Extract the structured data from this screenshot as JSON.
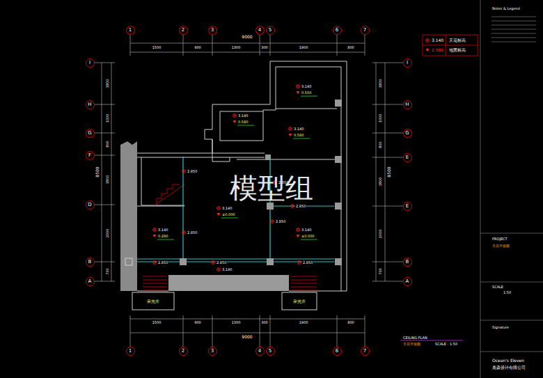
{
  "diagram": {
    "nodes": [
      {
        "text": [
          "1"
        ]
      },
      {
        "text": [
          "2"
        ]
      },
      {
        "text": [
          "3"
        ]
      },
      {
        "text": [
          "4"
        ]
      },
      {
        "text": [
          "5"
        ]
      },
      {
        "text": [
          "6"
        ]
      },
      {
        "text": [
          "7"
        ]
      },
      {
        "text": [
          "I"
        ]
      },
      {
        "text": [
          "H"
        ]
      },
      {
        "text": [
          "G"
        ]
      },
      {
        "text": [
          "F"
        ]
      },
      {
        "text": [
          "D"
        ]
      },
      {
        "text": [
          "B"
        ]
      },
      {
        "text": [
          "A"
        ]
      },
      {
        "text": [
          "I"
        ]
      },
      {
        "text": [
          "H"
        ]
      },
      {
        "text": [
          "G"
        ]
      },
      {
        "text": [
          "E"
        ]
      },
      {
        "text": [
          "E"
        ]
      },
      {
        "text": [
          "B"
        ]
      },
      {
        "text": [
          "A"
        ]
      },
      {
        "text": [
          "1"
        ]
      },
      {
        "text": [
          "2"
        ]
      },
      {
        "text": [
          "3"
        ]
      },
      {
        "text": [
          "4"
        ]
      },
      {
        "text": [
          "5"
        ]
      },
      {
        "text": [
          "6"
        ]
      },
      {
        "text": [
          "7"
        ]
      }
    ],
    "labels": [
      "9000",
      "1500",
      "900",
      "1300",
      "300",
      "1900",
      "800",
      "1500",
      "900",
      "1300",
      "300",
      "1900",
      "800",
      "9000",
      "1800",
      "1000",
      "800",
      "1800",
      "2000",
      "700",
      "8500",
      "1800",
      "1000",
      "800",
      "1800",
      "2000",
      "700",
      "8500",
      "3.140",
      "0.500",
      "3.140",
      "0.580",
      "3.140",
      "0.580",
      "2.850",
      "2.850",
      "3.140",
      "±0.000",
      "2.850",
      "3.140",
      "0.280",
      "2.850",
      "2.850",
      "3.140",
      "±0.000",
      "2.850",
      "2.850",
      "2.850",
      "3.140",
      "采光井",
      "采光井",
      "模型组",
      "3.140",
      "2.580",
      "CEILING PLAN",
      "天花平面图",
      "SCALE : 1:50",
      "Notes & Legend",
      "PROJECT",
      "天花平面图",
      "SCALE",
      "1:50",
      "Signature",
      "Ocean's Eleven",
      "奥森设计有限公司"
    ],
    "legend": [
      {
        "text": "天花标高"
      },
      {
        "text": "地面标高"
      }
    ]
  }
}
